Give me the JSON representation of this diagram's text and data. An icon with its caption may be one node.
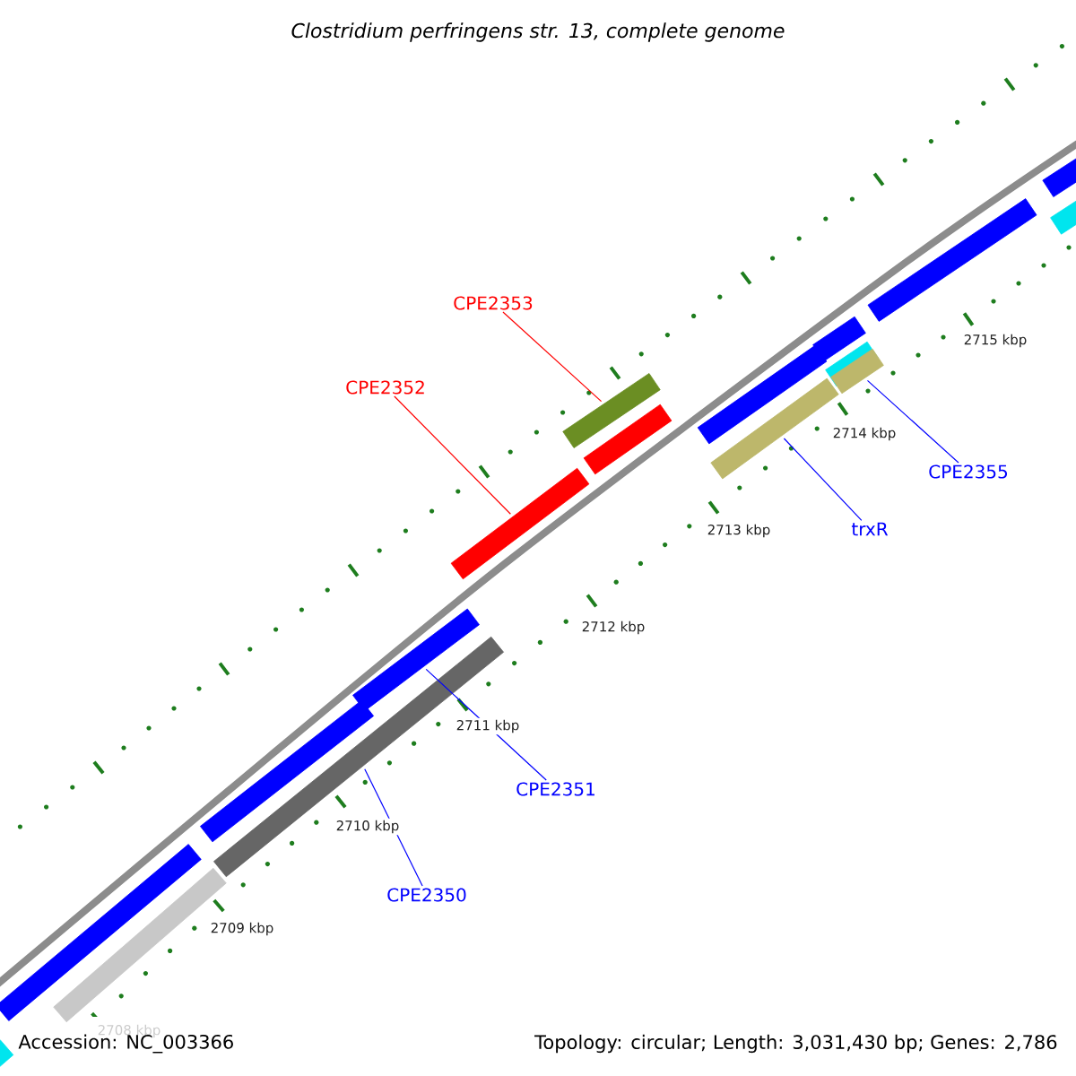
{
  "diagram": {
    "title": "Clostridium perfringens str. 13, complete genome",
    "nodes": [
      {
        "text": [
          "CPE2353"
        ]
      },
      {
        "text": [
          "CPE2352"
        ]
      },
      {
        "text": [
          "trxR"
        ]
      },
      {
        "text": [
          "CPE2355"
        ]
      },
      {
        "text": [
          "CPE2351"
        ]
      },
      {
        "text": [
          "CPE2350"
        ]
      },
      {
        "text": [],
        "shape": "bar"
      },
      {
        "text": [],
        "shape": "bar"
      },
      {
        "text": [],
        "shape": "bar"
      },
      {
        "text": [],
        "shape": "bar"
      },
      {
        "text": [],
        "shape": "bar"
      },
      {
        "text": [],
        "shape": "bar"
      },
      {
        "text": [],
        "shape": "bar"
      },
      {
        "text": [],
        "shape": "bar"
      },
      {
        "text": [],
        "shape": "bar"
      },
      {
        "text": [],
        "shape": "bar"
      },
      {
        "text": [],
        "shape": "bar"
      },
      {
        "text": [],
        "shape": "bar"
      },
      {
        "text": [],
        "shape": "bar"
      },
      {
        "text": [],
        "shape": "bar"
      },
      {
        "text": [],
        "shape": "bar"
      },
      {
        "text": [],
        "shape": "bar"
      },
      {
        "text": [],
        "shape": "bar"
      }
    ],
    "edges": [
      {
        "from": 0,
        "to": 13,
        "arrow": "none",
        "color": "#ff0000"
      },
      {
        "from": 1,
        "to": 12,
        "arrow": "none",
        "color": "#ff0000"
      },
      {
        "from": 2,
        "to": 16,
        "arrow": "none"
      },
      {
        "from": 3,
        "to": 19,
        "arrow": "none"
      },
      {
        "from": 4,
        "to": 11,
        "arrow": "none"
      },
      {
        "from": 5,
        "to": 10,
        "arrow": "none"
      }
    ],
    "labels": [
      "2715 kbp",
      "2714 kbp",
      "2713 kbp",
      "2712 kbp",
      "2711 kbp",
      "2710 kbp",
      "2709 kbp",
      "2708 kbp",
      "Accession: NC_003366",
      "Topology: circular; Length: 3,031,430 bp; Genes: 2,786"
    ]
  }
}
